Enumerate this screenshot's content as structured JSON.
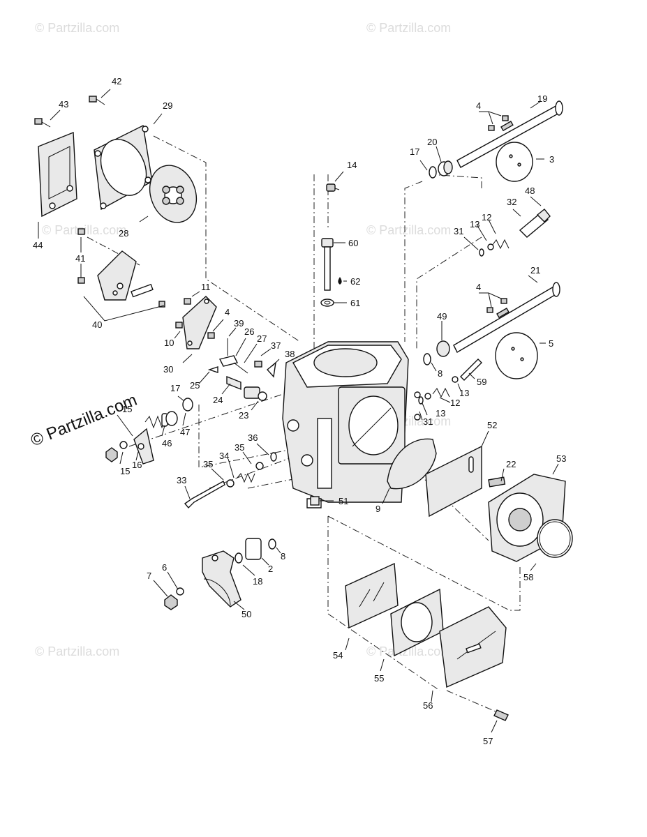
{
  "watermark": {
    "small": "© Partzilla.com",
    "large": "© Partzilla.com"
  },
  "callouts": [
    {
      "id": "c42",
      "text": "42"
    },
    {
      "id": "c43",
      "text": "43"
    },
    {
      "id": "c29",
      "text": "29"
    },
    {
      "id": "c44",
      "text": "44"
    },
    {
      "id": "c28",
      "text": "28"
    },
    {
      "id": "c41",
      "text": "41"
    },
    {
      "id": "c40",
      "text": "40"
    },
    {
      "id": "c11",
      "text": "11"
    },
    {
      "id": "c4a",
      "text": "4"
    },
    {
      "id": "c10",
      "text": "10"
    },
    {
      "id": "c30",
      "text": "30"
    },
    {
      "id": "c39",
      "text": "39"
    },
    {
      "id": "c26",
      "text": "26"
    },
    {
      "id": "c27",
      "text": "27"
    },
    {
      "id": "c37",
      "text": "37"
    },
    {
      "id": "c38",
      "text": "38"
    },
    {
      "id": "c25",
      "text": "25"
    },
    {
      "id": "c24",
      "text": "24"
    },
    {
      "id": "c23",
      "text": "23"
    },
    {
      "id": "c17a",
      "text": "17"
    },
    {
      "id": "c15a",
      "text": "15"
    },
    {
      "id": "c46",
      "text": "46"
    },
    {
      "id": "c47",
      "text": "47"
    },
    {
      "id": "c15b",
      "text": "15"
    },
    {
      "id": "c16",
      "text": "16"
    },
    {
      "id": "c36",
      "text": "36"
    },
    {
      "id": "c35a",
      "text": "35"
    },
    {
      "id": "c34",
      "text": "34"
    },
    {
      "id": "c35b",
      "text": "35"
    },
    {
      "id": "c33",
      "text": "33"
    },
    {
      "id": "c14",
      "text": "14"
    },
    {
      "id": "c60",
      "text": "60"
    },
    {
      "id": "c62",
      "text": "62"
    },
    {
      "id": "c61",
      "text": "61"
    },
    {
      "id": "c51",
      "text": "51"
    },
    {
      "id": "c9",
      "text": "9"
    },
    {
      "id": "c8a",
      "text": "8"
    },
    {
      "id": "c2",
      "text": "2"
    },
    {
      "id": "c18",
      "text": "18"
    },
    {
      "id": "c6",
      "text": "6"
    },
    {
      "id": "c7",
      "text": "7"
    },
    {
      "id": "c50",
      "text": "50"
    },
    {
      "id": "c54",
      "text": "54"
    },
    {
      "id": "c55",
      "text": "55"
    },
    {
      "id": "c56",
      "text": "56"
    },
    {
      "id": "c57",
      "text": "57"
    },
    {
      "id": "c4b",
      "text": "4"
    },
    {
      "id": "c19",
      "text": "19"
    },
    {
      "id": "c17b",
      "text": "17"
    },
    {
      "id": "c20",
      "text": "20"
    },
    {
      "id": "c3",
      "text": "3"
    },
    {
      "id": "c48",
      "text": "48"
    },
    {
      "id": "c32",
      "text": "32"
    },
    {
      "id": "c12a",
      "text": "12"
    },
    {
      "id": "c13a",
      "text": "13"
    },
    {
      "id": "c31a",
      "text": "31"
    },
    {
      "id": "c21",
      "text": "21"
    },
    {
      "id": "c4c",
      "text": "4"
    },
    {
      "id": "c49",
      "text": "49"
    },
    {
      "id": "c5",
      "text": "5"
    },
    {
      "id": "c8b",
      "text": "8"
    },
    {
      "id": "c59",
      "text": "59"
    },
    {
      "id": "c13b",
      "text": "13"
    },
    {
      "id": "c12b",
      "text": "12"
    },
    {
      "id": "c13c",
      "text": "13"
    },
    {
      "id": "c31b",
      "text": "31"
    },
    {
      "id": "c52",
      "text": "52"
    },
    {
      "id": "c22",
      "text": "22"
    },
    {
      "id": "c53",
      "text": "53"
    },
    {
      "id": "c58",
      "text": "58"
    }
  ]
}
